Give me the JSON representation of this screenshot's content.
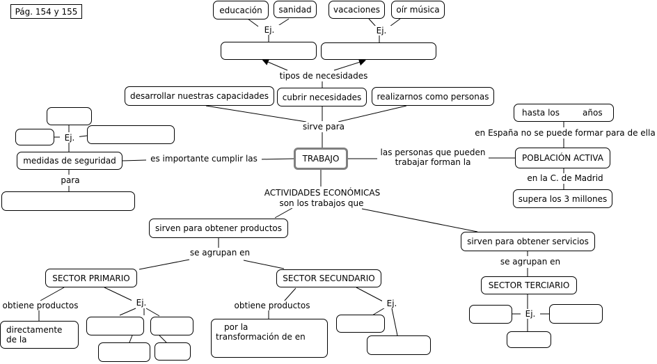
{
  "page_ref": "Pág. 154 y 155",
  "center": "TRABAJO",
  "needs": {
    "example_left": [
      "educación",
      "sanidad"
    ],
    "example_right": [
      "vacaciones",
      "oír música"
    ],
    "ej_label": "Ej.",
    "types_label": "tipos de necesidades",
    "uses": [
      "desarrollar nuestras capacidades",
      "cubrir necesidades",
      "realizarnos como personas"
    ],
    "serves_label": "sirve para"
  },
  "safety": {
    "node": "medidas de seguridad",
    "link_label": "es importante cumplir las",
    "ej_label": "Ej.",
    "para_label": "para"
  },
  "active": {
    "link_label": "las personas que pueden trabajar forman la",
    "node": "POBLACIÓN ACTIVA",
    "rule": "en España no se puede formar para de ella",
    "age_text_1": "hasta los",
    "age_text_2": "años",
    "madrid_label": "en la C. de Madrid",
    "madrid_value": "supera los 3 millones"
  },
  "economy": {
    "title": "ACTIVIDADES ECONÓMICAS",
    "subtitle": "son los trabajos que",
    "products": "sirven para obtener productos",
    "services": "sirven para obtener servicios",
    "grouped_1": "se agrupan en",
    "grouped_2": "se agrupan en",
    "primary": "SECTOR PRIMARIO",
    "secondary": "SECTOR SECUNDARIO",
    "tertiary": "SECTOR TERCIARIO",
    "obtains_1": "obtiene productos",
    "obtains_2": "obtiene productos",
    "direct_text": "directamente de la",
    "transform_text": "por la transformación de en",
    "ej_primary": "Ej.",
    "ej_secondary": "Ej.",
    "ej_tertiary": "Ej."
  }
}
